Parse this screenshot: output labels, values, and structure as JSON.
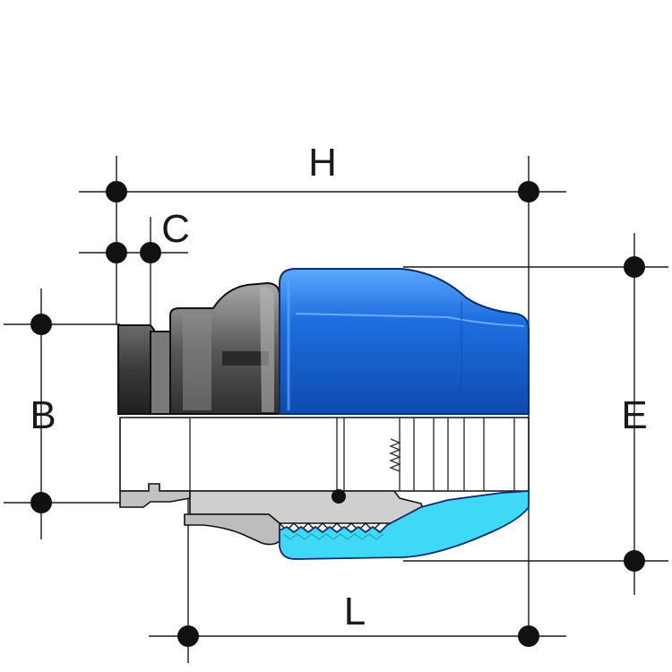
{
  "labels": {
    "H": "H",
    "C": "C",
    "B": "B",
    "E": "E",
    "L": "L"
  },
  "colors": {
    "line": "#1a1a1a",
    "body_blue": "#1e6fe0",
    "body_blue_light": "#4aa0ff",
    "section_cyan": "#3fd8f5",
    "thread_grey": "#b4b4b4",
    "section_grey": "#c9c9c9",
    "dark_grey": "#4a4a4a"
  }
}
